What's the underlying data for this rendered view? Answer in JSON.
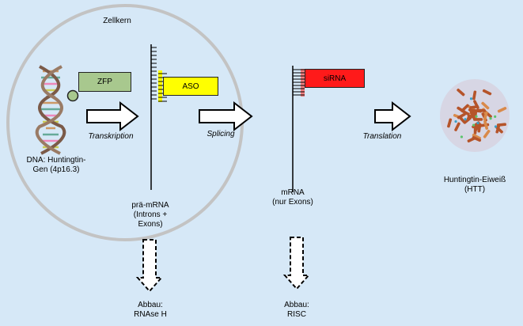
{
  "nucleus": {
    "label": "Zellkern"
  },
  "dna": {
    "label": "DNA: Huntingtin-\nGen (4p16.3)"
  },
  "zfp": {
    "label": "ZFP",
    "color": "#a8c88e"
  },
  "aso": {
    "label": "ASO",
    "color": "#ffff00"
  },
  "sirna": {
    "label": "siRNA",
    "color": "#ff1a1a"
  },
  "steps": {
    "transcription": "Transkription",
    "splicing": "Splicing",
    "translation": "Translation"
  },
  "pre_mrna": {
    "label": "prä-mRNA\n(Introns +\nExons)"
  },
  "mrna": {
    "label": "mRNA\n(nur Exons)"
  },
  "protein": {
    "label": "Huntingtin-Eiweiß\n(HTT)"
  },
  "degradation_left": {
    "label": "Abbau:\nRNAse H"
  },
  "degradation_right": {
    "label": "Abbau:\nRISC"
  },
  "colors": {
    "background": "#d6e8f7",
    "nucleus_ring": "#c0c0c0",
    "helix": "#8a6a55",
    "protein": "#b5542a"
  }
}
